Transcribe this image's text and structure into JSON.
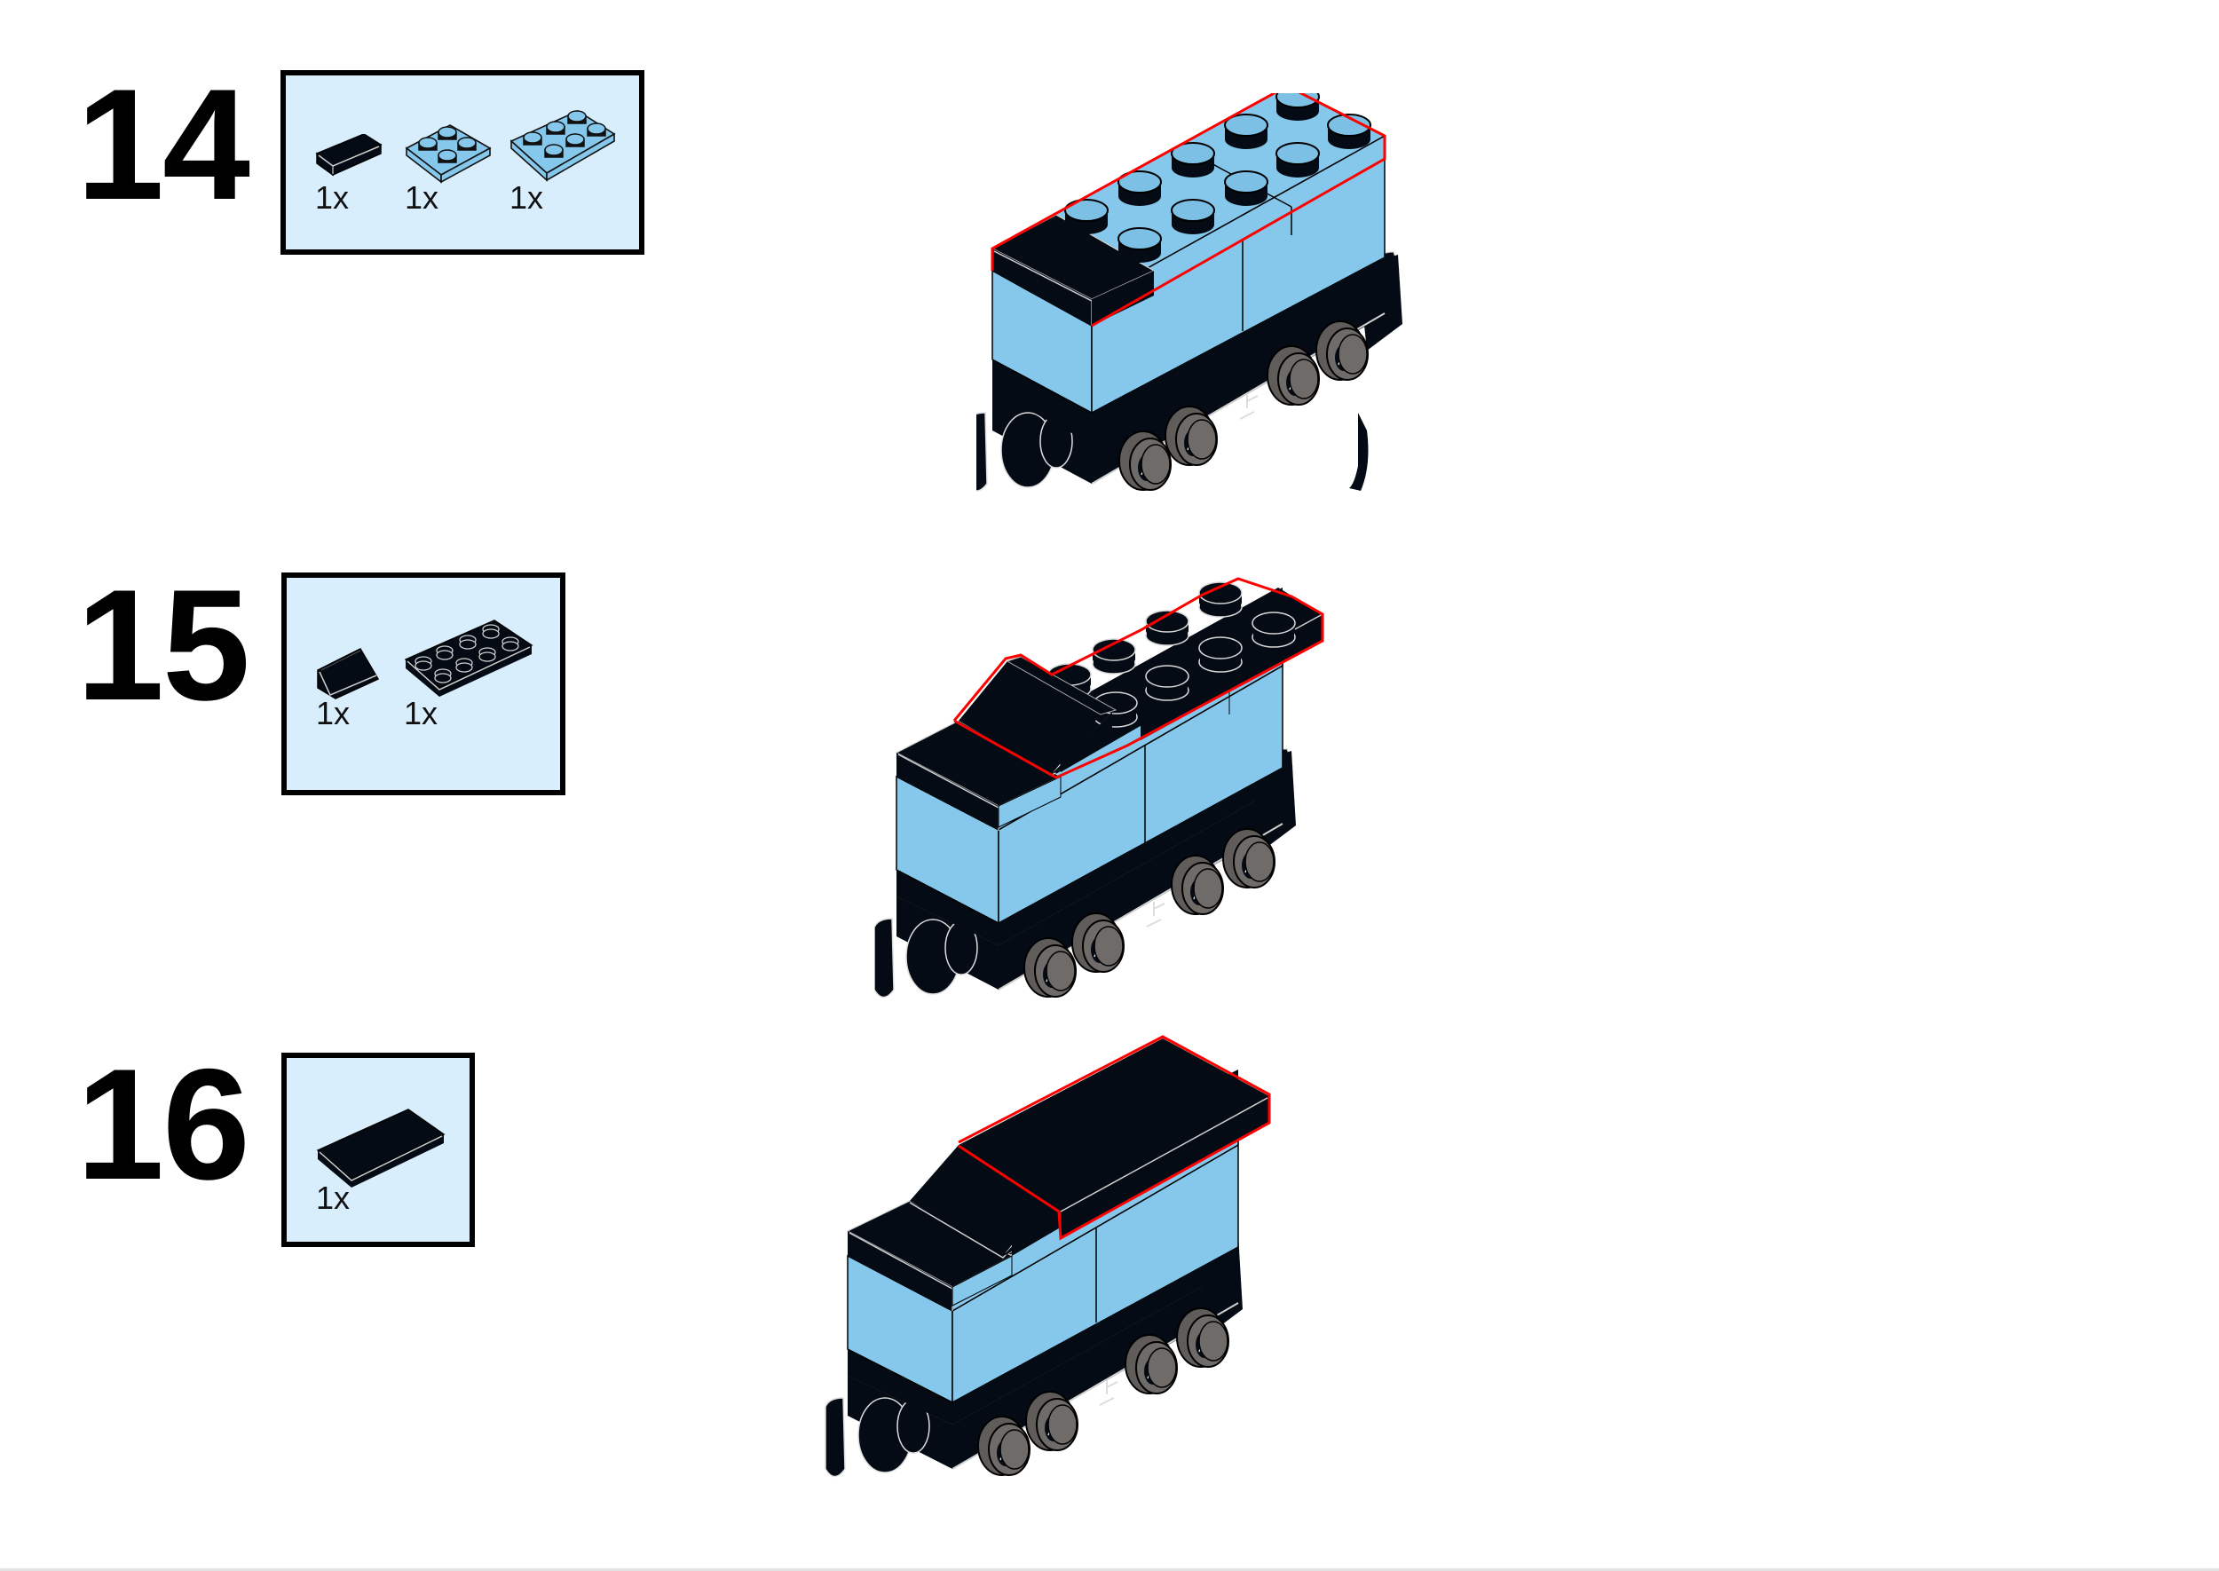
{
  "colors": {
    "light_blue": "#86c8ec",
    "black": "#050b14",
    "wheel_grey": "#6e6b69",
    "parts_box_bg": "#d8eefc",
    "highlight_red": "#ff0000"
  },
  "steps": [
    {
      "number": "14",
      "parts": [
        {
          "icon": "black-1x2-tile-icon",
          "qty": "1x"
        },
        {
          "icon": "light-blue-2x2-plate-icon",
          "qty": "1x"
        },
        {
          "icon": "light-blue-2x3-plate-icon",
          "qty": "1x"
        }
      ],
      "model": "tender-step-14"
    },
    {
      "number": "15",
      "parts": [
        {
          "icon": "black-1x2-slope-icon",
          "qty": "1x"
        },
        {
          "icon": "black-2x4-plate-icon",
          "qty": "1x"
        }
      ],
      "model": "tender-step-15"
    },
    {
      "number": "16",
      "parts": [
        {
          "icon": "black-2x4-tile-icon",
          "qty": "1x"
        }
      ],
      "model": "tender-step-16"
    }
  ]
}
